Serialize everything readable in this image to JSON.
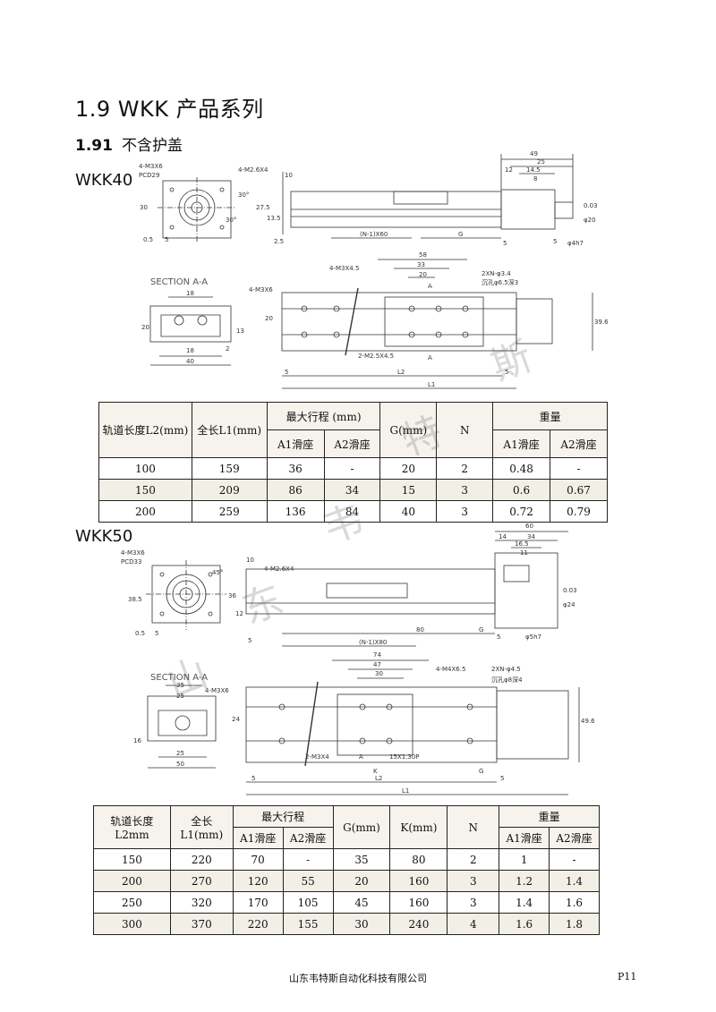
{
  "title": "1.9 WKK 产品系列",
  "subtitle": {
    "num": "1.91",
    "text": "不含护盖"
  },
  "watermark": [
    "山",
    "东",
    "韦",
    "特",
    "斯"
  ],
  "wkk40": {
    "model": "WKK40",
    "drawing": {
      "labels": [
        "4-M3X6",
        "PCD29",
        "4-M2.6X4",
        "10",
        "30",
        "0.5",
        "5",
        "13.5",
        "27.5",
        "2.5",
        "(N-1)X60",
        "G",
        "5",
        "49",
        "25",
        "12",
        "14.5",
        "8",
        "5",
        "φ20",
        "φ4h7",
        "0.03",
        "30°",
        "30°"
      ],
      "section_label": "SECTION A-A",
      "section_labels": [
        "18",
        "20",
        "13",
        "18",
        "40",
        "2",
        "4-M3X6"
      ],
      "plan_labels": [
        "58",
        "33",
        "20",
        "4-M3X4.5",
        "A",
        "2XN-φ3.4",
        "沉孔φ6.5深3",
        "20",
        "39.6",
        "2-M2.5X4.5",
        "A",
        "L2",
        "5",
        "5",
        "L1"
      ]
    },
    "table": {
      "headers": {
        "rail_length": "轨道长度L2(mm)",
        "total_length": "全长L1(mm)",
        "max_stroke": "最大行程 (mm)",
        "a1": "A1滑座",
        "a2": "A2滑座",
        "g": "G(mm)",
        "n": "N",
        "weight": "重量",
        "w_a1": "A1滑座",
        "w_a2": "A2滑座"
      },
      "rows": [
        {
          "l2": "100",
          "l1": "159",
          "a1": "36",
          "a2": "-",
          "g": "20",
          "n": "2",
          "wa1": "0.48",
          "wa2": "-"
        },
        {
          "l2": "150",
          "l1": "209",
          "a1": "86",
          "a2": "34",
          "g": "15",
          "n": "3",
          "wa1": "0.6",
          "wa2": "0.67"
        },
        {
          "l2": "200",
          "l1": "259",
          "a1": "136",
          "a2": "84",
          "g": "40",
          "n": "3",
          "wa1": "0.72",
          "wa2": "0.79"
        }
      ]
    }
  },
  "wkk50": {
    "model": "WKK50",
    "drawing": {
      "labels": [
        "4-M3X6",
        "PCD33",
        "45°",
        "38.5",
        "0.5",
        "5",
        "10",
        "4-M2.6X4",
        "36",
        "12",
        "5",
        "80",
        "G",
        "(N-1)X80",
        "60",
        "14",
        "34",
        "16.5",
        "11",
        "5",
        "φ24",
        "φ5h7",
        "0.03"
      ],
      "section_label": "SECTION A-A",
      "section_labels": [
        "35",
        "25",
        "4-M3X6",
        "24",
        "16",
        "25",
        "50"
      ],
      "plan_labels": [
        "74",
        "47",
        "30",
        "4-M4X6.5",
        "2XN-φ4.5",
        "沉孔φ8深4",
        "49.6",
        "2-M3X4",
        "A",
        "15X1.30P",
        "K",
        "G",
        "5",
        "5",
        "L2",
        "L1"
      ]
    },
    "table": {
      "headers": {
        "rail_length": "轨道长度L2mm",
        "total_length": "全长L1(mm)",
        "max_stroke": "最大行程",
        "a1": "A1滑座",
        "a2": "A2滑座",
        "g": "G(mm)",
        "k": "K(mm)",
        "n": "N",
        "weight": "重量",
        "w_a1": "A1滑座",
        "w_a2": "A2滑座"
      },
      "rows": [
        {
          "l2": "150",
          "l1": "220",
          "a1": "70",
          "a2": "-",
          "g": "35",
          "k": "80",
          "n": "2",
          "wa1": "1",
          "wa2": "-"
        },
        {
          "l2": "200",
          "l1": "270",
          "a1": "120",
          "a2": "55",
          "g": "20",
          "k": "160",
          "n": "3",
          "wa1": "1.2",
          "wa2": "1.4"
        },
        {
          "l2": "250",
          "l1": "320",
          "a1": "170",
          "a2": "105",
          "g": "45",
          "k": "160",
          "n": "3",
          "wa1": "1.4",
          "wa2": "1.6"
        },
        {
          "l2": "300",
          "l1": "370",
          "a1": "220",
          "a2": "155",
          "g": "30",
          "k": "240",
          "n": "4",
          "wa1": "1.6",
          "wa2": "1.8"
        }
      ]
    }
  },
  "footer": {
    "company": "山东韦特斯自动化科技有限公司",
    "page": "P11"
  }
}
